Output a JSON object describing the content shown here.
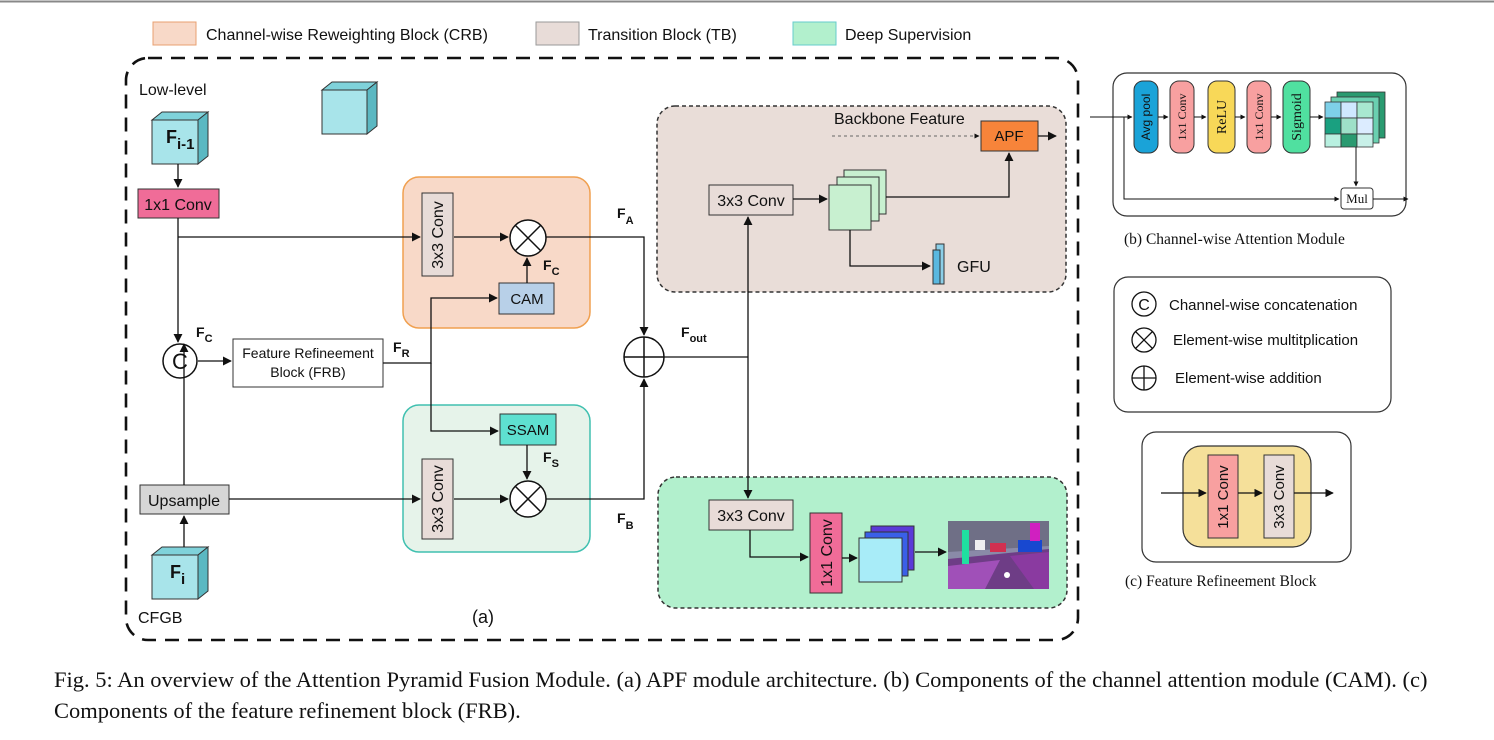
{
  "legend": {
    "crb": "Channel-wise Reweighting Block (CRB)",
    "tb": "Transition Block (TB)",
    "ds": "Deep Supervision",
    "colors": {
      "crb": "#f8d9c8",
      "tb": "#e8dcd8",
      "ds": "#b2f0cd"
    }
  },
  "main": {
    "low_level": "Low-level",
    "cfgb": "CFGB",
    "label_a": "(a)",
    "fi1_main": "F",
    "fi1_sub": "i-1",
    "fi_main": "F",
    "fi_sub": "i",
    "conv1x1": "1x1 Conv",
    "upsample": "Upsample",
    "concat_symbol": "C",
    "fc_left": {
      "main": "F",
      "sub": "C"
    },
    "fc_cam": {
      "main": "F",
      "sub": "C"
    },
    "fr": {
      "main": "F",
      "sub": "R"
    },
    "frb_line1": "Feature Refineement",
    "frb_line2": "Block (FRB)",
    "crb_conv": "3x3 Conv",
    "cam": "CAM",
    "fa": {
      "main": "F",
      "sub": "A"
    },
    "ssam": "SSAM",
    "fs": {
      "main": "F",
      "sub": "S"
    },
    "fb_conv": "3x3 Conv",
    "fb": {
      "main": "F",
      "sub": "B"
    },
    "fout": {
      "main": "F",
      "sub": "out"
    },
    "tb_conv": "3x3 Conv",
    "backbone": "Backbone Feature",
    "apf": "APF",
    "gfu": "GFU",
    "ds_conv3": "3x3 Conv",
    "ds_conv1": "1x1 Conv"
  },
  "cam_module": {
    "avgpool": "Avg pool",
    "conv_a": "1x1 Conv",
    "relu": "ReLU",
    "conv_b": "1x1 Conv",
    "sigmoid": "Sigmoid",
    "mul": "Mul",
    "caption": "(b) Channel-wise Attention Module"
  },
  "symbols": {
    "concat_glyph": "C",
    "concat": "Channel-wise concatenation",
    "mult": "Element-wise multitplication",
    "add": "Element-wise addition"
  },
  "frb_module": {
    "conv1": "1x1 Conv",
    "conv3": "3x3 Conv",
    "caption": "(c) Feature Refineement  Block"
  },
  "caption": "Fig. 5: An overview of the Attention Pyramid Fusion Module. (a) APF module architecture. (b) Components of the channel attention module (CAM). (c) Components of the feature refinement block (FRB)."
}
